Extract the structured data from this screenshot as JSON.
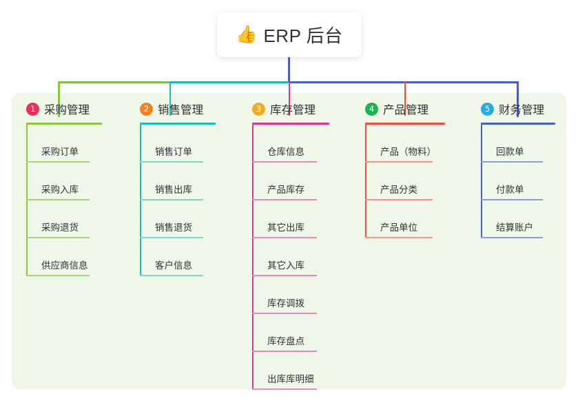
{
  "root": {
    "icon": "thumbs-up-icon",
    "emoji": "👍",
    "title": "ERP 后台"
  },
  "palette": {
    "panel_bg": "#eef7e8",
    "page_bg": "#ffffff",
    "card_bg": "#ffffff",
    "text": "#2f3338",
    "root_connector": "#4a5dc0",
    "bus_green": "#7cc04a",
    "bus_teal": "#18bfb0",
    "bus_blue": "#4a5dc0"
  },
  "columns": [
    {
      "index": "1",
      "title": "采购管理",
      "badge_color": "#e8315a",
      "line_color": "#8cc63f",
      "leaf_line_color": "#a8d37a",
      "drop_color": "#8cc63f",
      "items": [
        "采购订单",
        "采购入库",
        "采购退货",
        "供应商信息"
      ]
    },
    {
      "index": "2",
      "title": "销售管理",
      "badge_color": "#f58220",
      "line_color": "#18bfb0",
      "leaf_line_color": "#7fd4cb",
      "drop_color": "#18bfb0",
      "items": [
        "销售订单",
        "销售出库",
        "销售退货",
        "客户信息"
      ]
    },
    {
      "index": "3",
      "title": "库存管理",
      "badge_color": "#f0ad20",
      "line_color": "#e0338c",
      "leaf_line_color": "#eb86bd",
      "drop_color": "#e0338c",
      "items": [
        "仓库信息",
        "产品库存",
        "其它出库",
        "其它入库",
        "库存调拨",
        "库存盘点",
        "出库库明细"
      ]
    },
    {
      "index": "4",
      "title": "产品管理",
      "badge_color": "#1eb14f",
      "line_color": "#f8493d",
      "leaf_line_color": "#fb8f86",
      "drop_color": "#f8493d",
      "items": [
        "产品（物料）",
        "产品分类",
        "产品单位"
      ]
    },
    {
      "index": "5",
      "title": "财务管理",
      "badge_color": "#2aaae0",
      "line_color": "#4a5dc0",
      "leaf_line_color": "#8d9ad8",
      "drop_color": "#4a5dc0",
      "items": [
        "回款单",
        "付款单",
        "结算账户"
      ]
    }
  ]
}
